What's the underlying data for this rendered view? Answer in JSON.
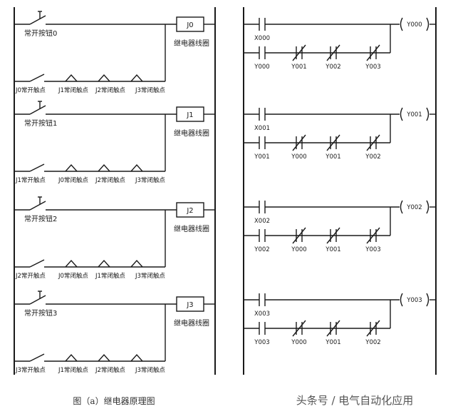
{
  "left": {
    "rows": [
      {
        "coil": "J0",
        "coil_label": "继电器线圈",
        "button_label": "常开按钮0",
        "contacts": [
          "J0常开触点",
          "J1常闭触点",
          "J2常闭触点",
          "J3常闭触点"
        ]
      },
      {
        "coil": "J1",
        "coil_label": "继电器线圈",
        "button_label": "常开按钮1",
        "contacts": [
          "J1常开触点",
          "J0常闭触点",
          "J2常闭触点",
          "J3常闭触点"
        ]
      },
      {
        "coil": "J2",
        "coil_label": "继电器线圈",
        "button_label": "常开按钮2",
        "contacts": [
          "J2常开触点",
          "J0常闭触点",
          "J1常闭触点",
          "J3常闭触点"
        ]
      },
      {
        "coil": "J3",
        "coil_label": "继电器线圈",
        "button_label": "常开按钮3",
        "contacts": [
          "J3常开触点",
          "J1常闭触点",
          "J2常闭触点",
          "J3常闭触点"
        ]
      }
    ],
    "caption": "图（a）继电器原理图"
  },
  "right": {
    "rungs": [
      {
        "input": "X000",
        "output": "Y000",
        "seal": "Y000",
        "blocks": [
          "Y001",
          "Y002",
          "Y003"
        ]
      },
      {
        "input": "X001",
        "output": "Y001",
        "seal": "Y001",
        "blocks": [
          "Y000",
          "Y001",
          "Y002"
        ]
      },
      {
        "input": "X002",
        "output": "Y002",
        "seal": "Y002",
        "blocks": [
          "Y000",
          "Y001",
          "Y003"
        ]
      },
      {
        "input": "X003",
        "output": "Y003",
        "seal": "Y003",
        "blocks": [
          "Y000",
          "Y001",
          "Y002"
        ]
      }
    ]
  },
  "watermark": "头条号 / 电气自动化应用"
}
